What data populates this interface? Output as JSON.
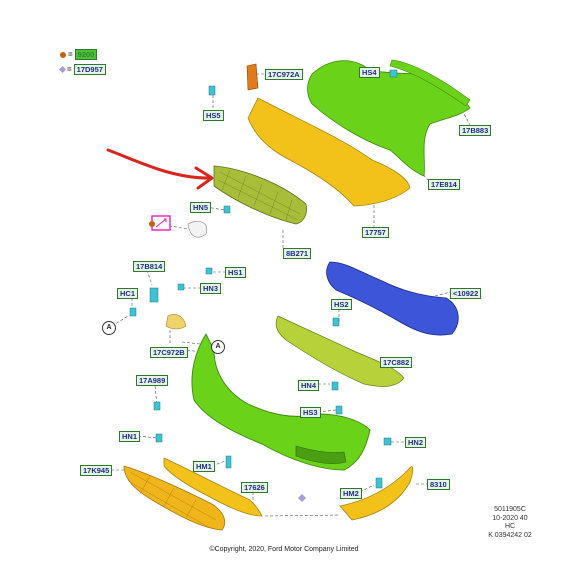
{
  "legend": {
    "item1_code": "9200",
    "item1_color": "#c9600a",
    "item2_code": "17D957",
    "item2_color": "#a99be0"
  },
  "callouts": {
    "c17C972A": "17C972A",
    "cHS4": "HS4",
    "cHS5": "HS5",
    "c17B883": "17B883",
    "c17E814": "17E814",
    "cHN5": "HN5",
    "c17757": "17757",
    "c8B271": "8B271",
    "c17B814": "17B814",
    "cHS1": "HS1",
    "cHN3": "HN3",
    "cHC1": "HC1",
    "c10922": "<10922",
    "cHS2": "HS2",
    "c17C972B": "17C972B",
    "c17C882": "17C882",
    "c17A989": "17A989",
    "cHN4": "HN4",
    "cHS3": "HS3",
    "cHN1": "HN1",
    "cHN2": "HN2",
    "cHM1": "HM1",
    "c17K945": "17K945",
    "c17626": "17626",
    "cHM2": "HM2",
    "c8310": "8310"
  },
  "circle_markers": {
    "a_left": "A",
    "a_right": "A"
  },
  "info_block": {
    "line1": "5011905C",
    "line2": "10-2020 40",
    "line3": "HC",
    "line4": "K 0394242 02"
  },
  "copyright": "©Copyright, 2020, Ford Motor Company Limited",
  "colors": {
    "green_part": "#6bd21a",
    "yellow_part": "#f2c21a",
    "blue_part": "#3d55d8",
    "olive_part": "#b7d13a",
    "clip_cyan": "#3fc3d0",
    "arrow_red": "#d8261e",
    "highlight_magenta": "#e020c0"
  }
}
